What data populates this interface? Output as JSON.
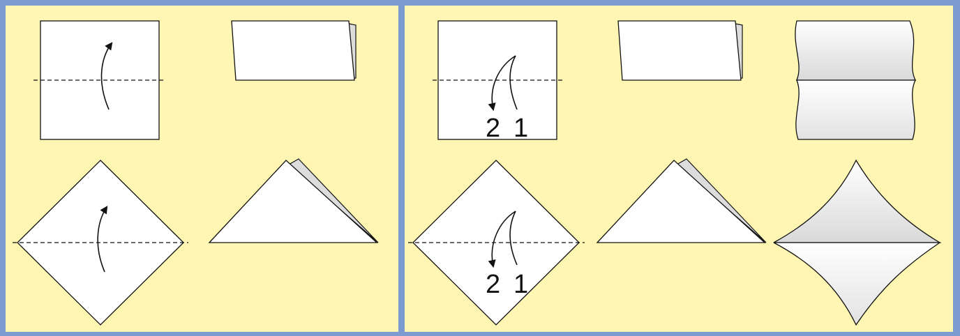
{
  "colors": {
    "frame": "#7b9bd1",
    "panel_background": "#fff6b3",
    "paper": "#ffffff",
    "paper_back": "#dcdcdc",
    "line": "#111111"
  },
  "panels": [
    {
      "name": "fold-panel-single"
    },
    {
      "name": "fold-panel-double"
    }
  ],
  "step_labels": {
    "square_first": "1",
    "square_second": "2",
    "diamond_first": "1",
    "diamond_second": "2"
  }
}
